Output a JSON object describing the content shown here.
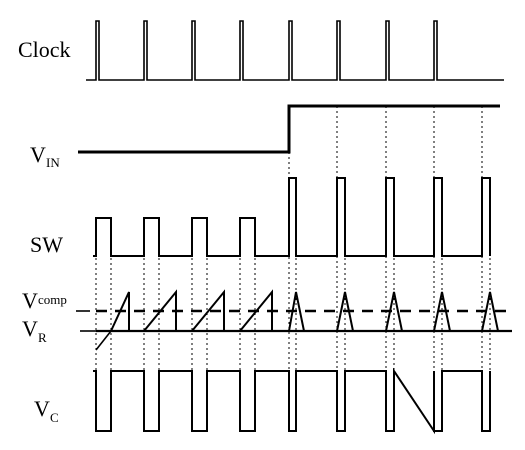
{
  "labels": {
    "clock": "Clock",
    "vin_main": "V",
    "vin_sub": "IN",
    "sw": "SW",
    "vcomp_main": "V",
    "vcomp_sub": "comp",
    "vr_main": "V",
    "vr_sub": "R",
    "vc_main": "V",
    "vc_sub": "C"
  },
  "colors": {
    "ink": "#000000",
    "background": "#ffffff"
  }
}
